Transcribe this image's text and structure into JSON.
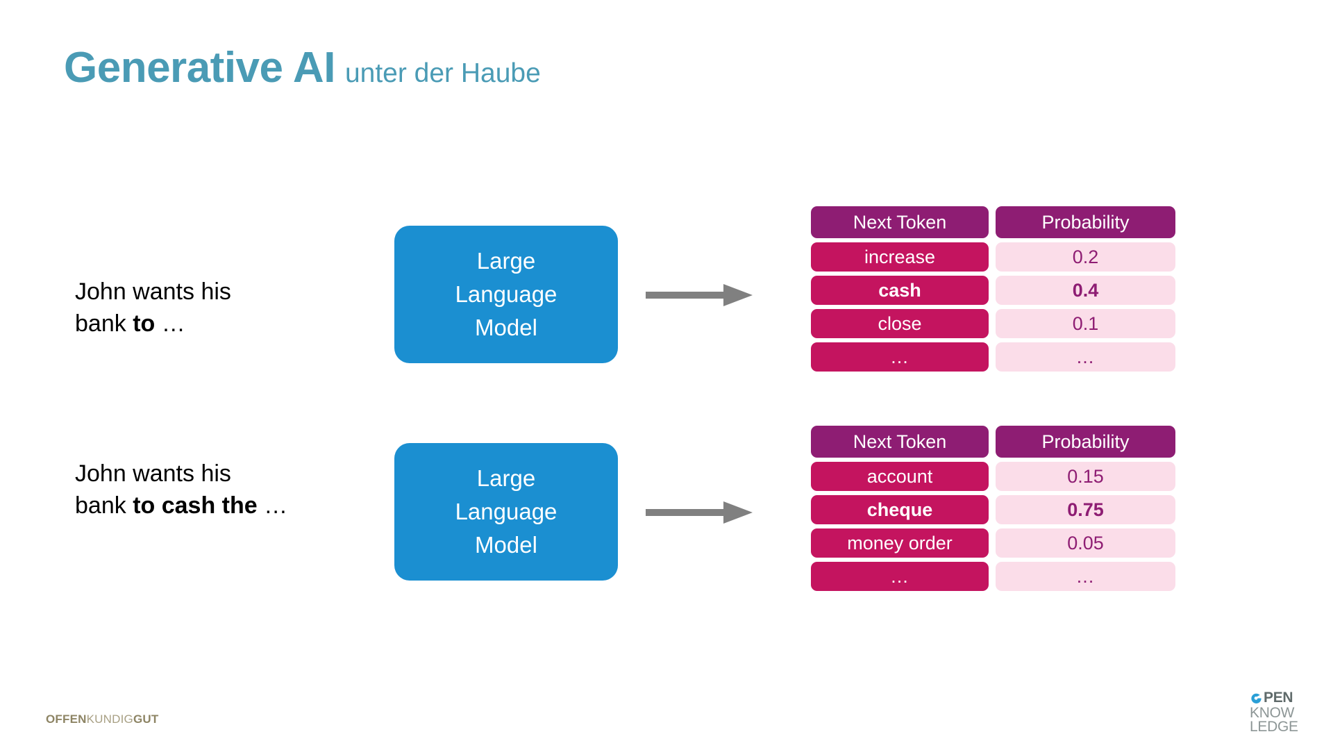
{
  "slide": {
    "title_main": "Generative AI",
    "title_sub": "unter der Haube",
    "accent_color": "#4a9bb5",
    "box_color": "#1b8fd1",
    "header_color": "#8e1d73",
    "token_color": "#c4145f",
    "prob_color": "#fbdde9",
    "arrow_color": "#808080"
  },
  "rows": [
    {
      "prompt": {
        "line1": "John wants his",
        "line2_plain": "bank ",
        "line2_bold": "to",
        "line2_tail": " …"
      },
      "model": {
        "line1": "Large",
        "line2": "Language",
        "line3": "Model"
      },
      "arrow_name": "arrow-right-icon",
      "table": {
        "headers": [
          "Next Token",
          "Probability"
        ],
        "cells": [
          {
            "token": "increase",
            "probability": "0.2",
            "highlight": false
          },
          {
            "token": "cash",
            "probability": "0.4",
            "highlight": true
          },
          {
            "token": "close",
            "probability": "0.1",
            "highlight": false
          },
          {
            "token": "…",
            "probability": "…",
            "highlight": false
          }
        ]
      }
    },
    {
      "prompt": {
        "line1": "John wants his",
        "line2_plain": "bank ",
        "line2_bold": "to cash the",
        "line2_tail": " …"
      },
      "model": {
        "line1": "Large",
        "line2": "Language",
        "line3": "Model"
      },
      "arrow_name": "arrow-right-icon",
      "table": {
        "headers": [
          "Next Token",
          "Probability"
        ],
        "cells": [
          {
            "token": "account",
            "probability": "0.15",
            "highlight": false
          },
          {
            "token": "cheque",
            "probability": "0.75",
            "highlight": true
          },
          {
            "token": "money order",
            "probability": "0.05",
            "highlight": false
          },
          {
            "token": "…",
            "probability": "…",
            "highlight": false
          }
        ]
      }
    }
  ],
  "footer": {
    "okg_logo": {
      "part1": "OFFEN",
      "part2": "KUNDIG",
      "part3": "GUT"
    },
    "ok_logo": {
      "mark": "open-circle-icon",
      "word1_tail": "PEN",
      "word2": "KNOW",
      "word3": "LEDGE"
    }
  }
}
